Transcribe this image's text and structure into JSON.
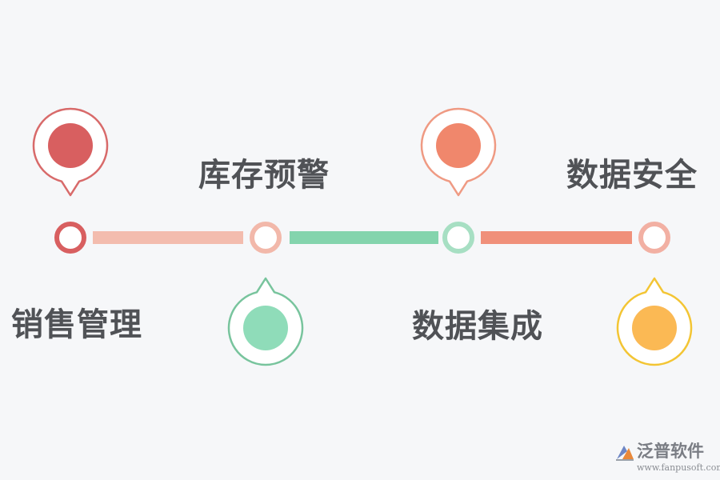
{
  "milestones": [
    {
      "label": "销售管理",
      "color": "#d85f60",
      "pin_position": "above"
    },
    {
      "label": "库存预警",
      "color": "#f2b8aa",
      "pin_position": "below"
    },
    {
      "label": "数据集成",
      "color": "#a7dfc3",
      "pin_position": "above"
    },
    {
      "label": "数据安全",
      "color": "#f2b0a3",
      "pin_position": "below"
    }
  ],
  "segments": [
    {
      "color": "#f3bcae"
    },
    {
      "color": "#84d4ad"
    },
    {
      "color": "#f0907a"
    }
  ],
  "pins": [
    {
      "ring_color": "#d86a6a",
      "fill_color": "#d85f60"
    },
    {
      "ring_color": "#78c49d",
      "fill_color": "#8fdcb9"
    },
    {
      "ring_color": "#ef9a83",
      "fill_color": "#f0876c"
    },
    {
      "ring_color": "#f3c534",
      "fill_color": "#fbb954"
    }
  ],
  "logo": {
    "name": "泛普软件",
    "url": "www.fanpusoft.com",
    "icon": "fanpu-logo-icon"
  }
}
